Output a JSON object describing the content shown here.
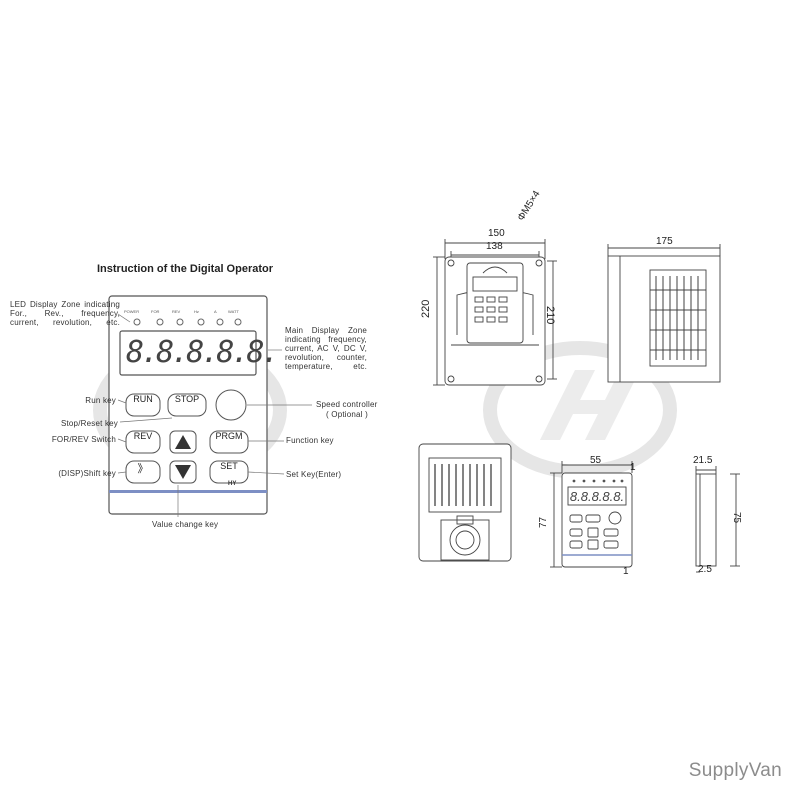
{
  "operator": {
    "title": "Instruction of the Digital Operator",
    "led_labels": [
      "POWER",
      "FOR",
      "REV",
      "Hz",
      "A",
      "WATT"
    ],
    "display_digits": "8.8.8.8.8.",
    "keys": {
      "run": "RUN",
      "stop": "STOP",
      "rev": "REV",
      "prgm": "PRGM",
      "set": "SET",
      "shift": "》"
    },
    "brand_strip": "HY",
    "annotations": {
      "led_zone": "LED Display Zone indicating For., Rev., frequency, current, revolution, etc.",
      "main_display": "Main Display Zone indicating frequency, current, AC V, DC V, revolution, counter, temperature, etc.",
      "run_key": "Run key",
      "stop_reset": "Stop/Reset key",
      "for_rev": "FOR/REV Switch",
      "shift_key": "(DISP)Shift key",
      "speed_controller": "Speed controller",
      "speed_optional": "( Optional )",
      "function_key": "Function key",
      "set_key": "Set Key(Enter)",
      "value_change": "Value change key"
    }
  },
  "dimensions": {
    "front_width_outer": "150",
    "front_width_inner": "138",
    "mount_hole": "ΦM5×4",
    "front_height_outer": "220",
    "front_height_inner": "210",
    "side_depth": "175",
    "panel_width": "55",
    "panel_height": "77",
    "panel_side_height": "75",
    "panel_depth": "21.5",
    "panel_lip": "2.5",
    "panel_gap_top": "1",
    "panel_gap_bottom": "1"
  },
  "watermark": "SupplyVan"
}
